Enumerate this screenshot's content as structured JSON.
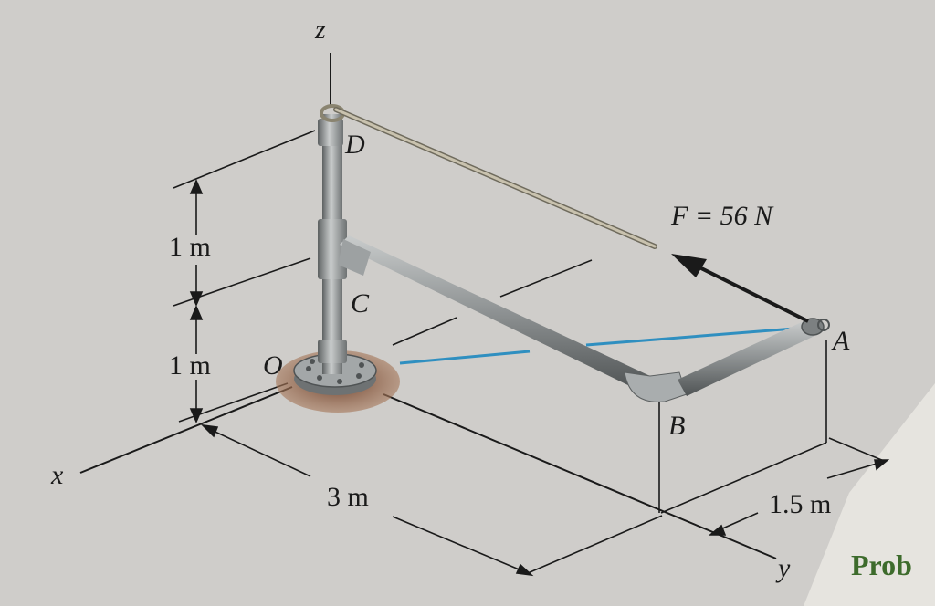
{
  "labels": {
    "axis_z": "z",
    "axis_x": "x",
    "axis_y": "y",
    "point_O": "O",
    "point_A": "A",
    "point_B": "B",
    "point_C": "C",
    "point_D": "D",
    "force": "F = 56 N",
    "dim_upper": "1 m",
    "dim_lower": "1 m",
    "dim_3m": "3 m",
    "dim_15m": "1.5 m",
    "corner_text": "Prob"
  },
  "colors": {
    "paper": "#cfcdca",
    "ink": "#1a1a1a",
    "pipe": "#8d9192",
    "pipe_highlight": "#c9cccc",
    "pipe_shadow": "#5c6061",
    "rope": "#b9b2a0",
    "blue_line": "#2f8fc0",
    "ground": "#7a4f3a",
    "prob_text": "#3d6b2c"
  }
}
